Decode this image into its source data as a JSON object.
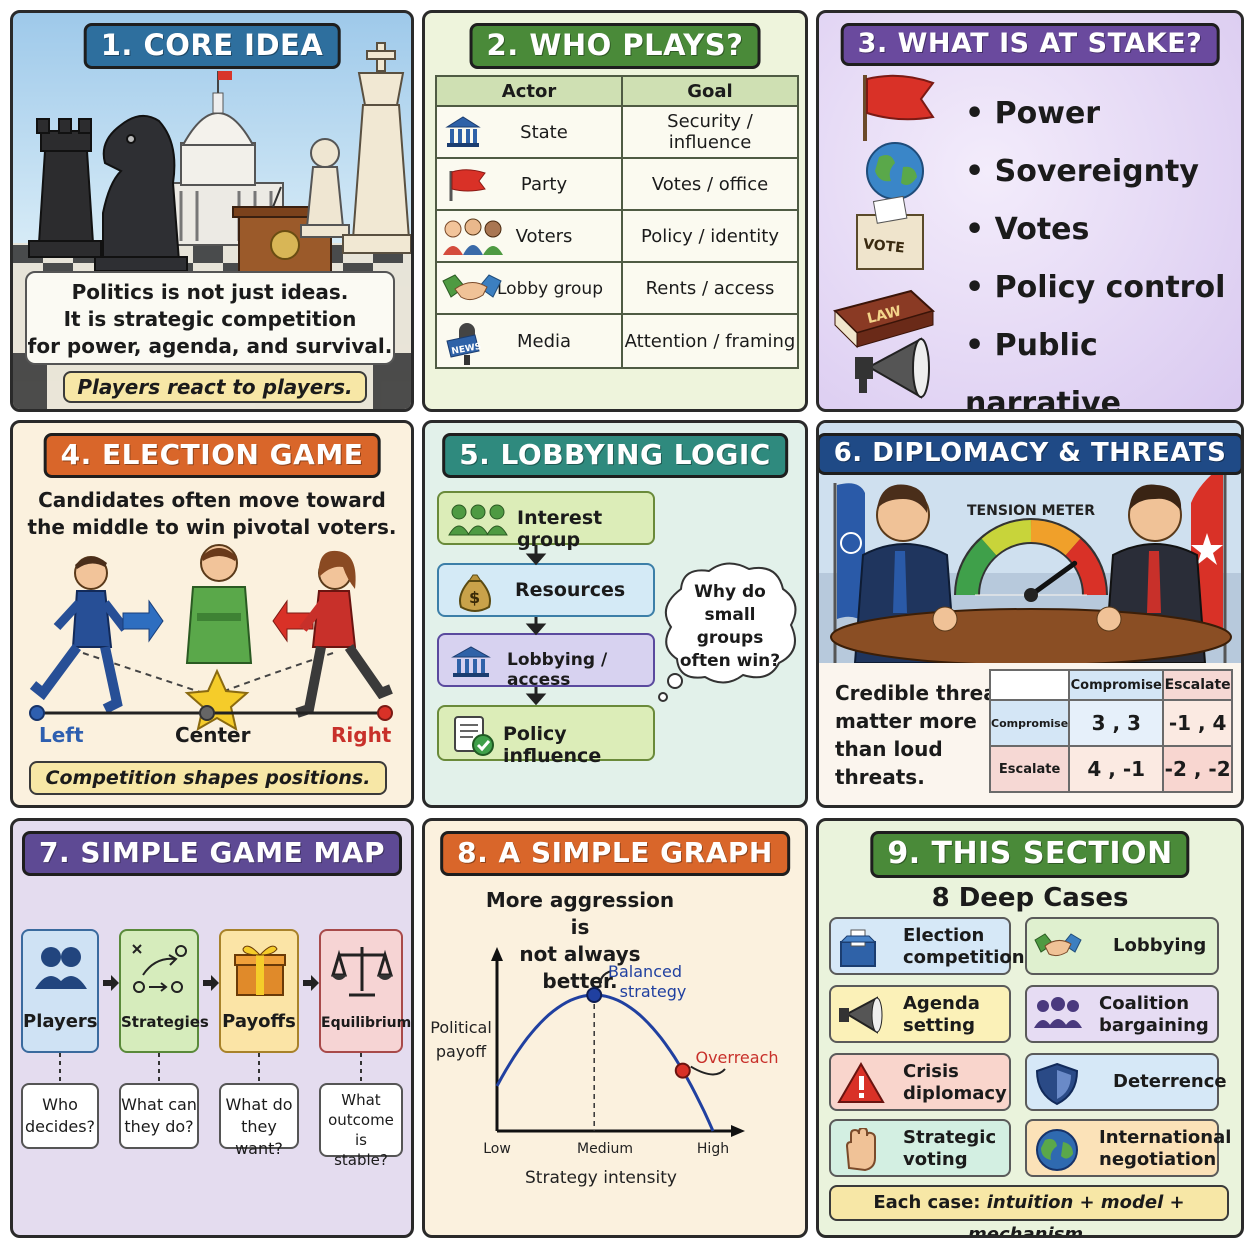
{
  "p1": {
    "title": "1. CORE IDEA",
    "body_lines": [
      "Politics is not just ideas.",
      "It is strategic competition",
      "for power, agenda, and survival."
    ],
    "tagline": "Players react to players."
  },
  "p2": {
    "title": "2. WHO PLAYS?",
    "headers": [
      "Actor",
      "Goal"
    ],
    "rows": [
      {
        "actor": "State",
        "goal": "Security / influence",
        "icon": "government-building-icon"
      },
      {
        "actor": "Party",
        "goal": "Votes / office",
        "icon": "red-flag-icon"
      },
      {
        "actor": "Voters",
        "goal": "Policy / identity",
        "icon": "people-icon"
      },
      {
        "actor": "Lobby group",
        "goal": "Rents / access",
        "icon": "handshake-icon"
      },
      {
        "actor": "Media",
        "goal": "Attention / framing",
        "icon": "news-microphone-icon"
      }
    ],
    "news_label": "NEWS"
  },
  "p3": {
    "title": "3. WHAT IS AT STAKE?",
    "items": [
      "Power",
      "Sovereignty",
      "Votes",
      "Policy control",
      "Public narrative"
    ],
    "vote_label": "VOTE",
    "law_label": "LAW"
  },
  "p4": {
    "title": "4. ELECTION GAME",
    "body_lines": [
      "Candidates often move toward",
      "the middle to win pivotal voters."
    ],
    "axis": {
      "left": "Left",
      "center": "Center",
      "right": "Right"
    },
    "tagline": "Competition shapes positions."
  },
  "p5": {
    "title": "5. LOBBYING LOGIC",
    "steps": [
      "Interest group",
      "Resources",
      "Lobbying / access",
      "Policy influence"
    ],
    "thought_lines": [
      "Why do",
      "small",
      "groups",
      "often win?"
    ]
  },
  "p6": {
    "title": "6. DIPLOMACY & THREATS",
    "meter_label": "TENSION METER",
    "meter_level": 0.8,
    "text_lines": [
      "Credible threats",
      "matter more",
      "than loud",
      "threats."
    ],
    "matrix": {
      "cols": [
        "Compromise",
        "Escalate"
      ],
      "rows": [
        {
          "label": "Compromise",
          "cells": [
            "3 , 3",
            "-1 , 4"
          ]
        },
        {
          "label": "Escalate",
          "cells": [
            "4 , -1",
            "-2 , -2"
          ]
        }
      ]
    }
  },
  "p7": {
    "title": "7. SIMPLE GAME MAP",
    "nodes": [
      {
        "label": "Players",
        "question": [
          "Who",
          "decides?"
        ]
      },
      {
        "label": "Strategies",
        "question": [
          "What can",
          "they do?"
        ]
      },
      {
        "label": "Payoffs",
        "question": [
          "What do",
          "they want?"
        ]
      },
      {
        "label": "Equilibrium",
        "question": [
          "What",
          "outcome is",
          "stable?"
        ]
      }
    ]
  },
  "p8": {
    "title": "8. A SIMPLE GRAPH",
    "subtitle_lines": [
      "More aggression is",
      "not always better."
    ],
    "chart_data": {
      "type": "line",
      "x": [
        "Low",
        "Medium",
        "High"
      ],
      "ylabel": "Political payoff",
      "xlabel": "Strategy intensity",
      "annotations": [
        {
          "label": "Balanced strategy",
          "at": "Medium"
        },
        {
          "label": "Overreach",
          "at": "High"
        }
      ]
    },
    "ylabel_lines": [
      "Political",
      "payoff"
    ],
    "balanced_lines": [
      "Balanced",
      "strategy"
    ],
    "overreach": "Overreach"
  },
  "p9": {
    "title": "9. THIS SECTION",
    "subtitle": "8 Deep Cases",
    "cases": [
      {
        "lines": [
          "Election",
          "competition"
        ],
        "color": "#d6e8f7",
        "icon": "ballot-box-icon"
      },
      {
        "lines": [
          "Lobbying"
        ],
        "color": "#dff0cf",
        "icon": "handshake-icon"
      },
      {
        "lines": [
          "Agenda",
          "setting"
        ],
        "color": "#fbf1b8",
        "icon": "megaphone-icon"
      },
      {
        "lines": [
          "Coalition",
          "bargaining"
        ],
        "color": "#e6dcf3",
        "icon": "group-icon"
      },
      {
        "lines": [
          "Crisis",
          "diplomacy"
        ],
        "color": "#f9d5cc",
        "icon": "warning-icon"
      },
      {
        "lines": [
          "Deterrence"
        ],
        "color": "#d6e8f7",
        "icon": "shield-icon"
      },
      {
        "lines": [
          "Strategic",
          "voting"
        ],
        "color": "#d3efe2",
        "icon": "raised-hand-icon"
      },
      {
        "lines": [
          "International",
          "negotiation"
        ],
        "color": "#fbe2b8",
        "icon": "globe-icon"
      }
    ],
    "footer_prefix": "Each case: ",
    "footer_emph": "intuition + model + mechanism."
  }
}
